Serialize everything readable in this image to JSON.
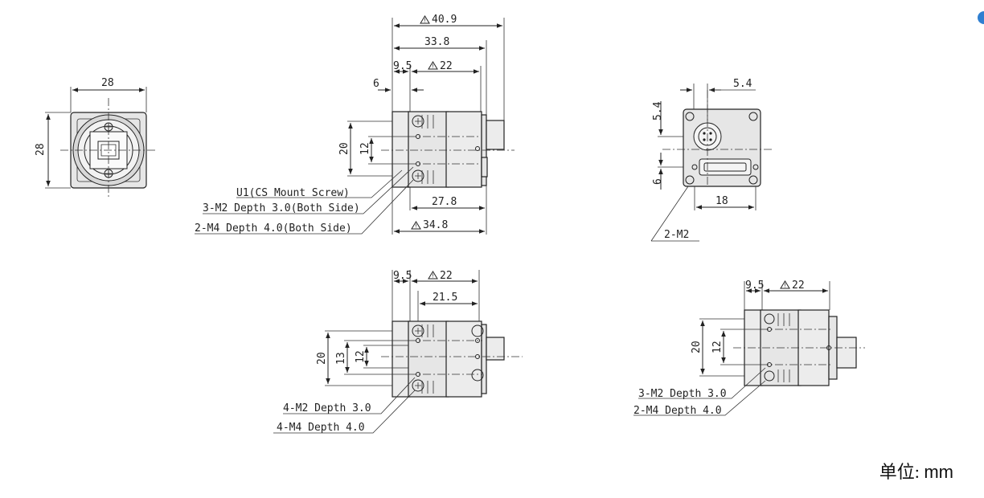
{
  "front": {
    "width": "28",
    "height": "28"
  },
  "side": {
    "overall": "40.9",
    "len1": "33.8",
    "d95": "9.5",
    "d22": "22",
    "d6": "6",
    "h20": "20",
    "h12": "12",
    "len2": "27.8",
    "len3": "34.8",
    "label_u1": "U1(CS Mount Screw)",
    "label_m2": "3-M2 Depth 3.0(Both Side)",
    "label_m4": "2-M4 Depth 4.0(Both Side)"
  },
  "rear": {
    "d54v": "5.4",
    "d54h": "5.4",
    "d6": "6",
    "d18": "18",
    "label": "2-M2"
  },
  "top": {
    "d95": "9.5",
    "d22": "22",
    "d215": "21.5",
    "h20": "20",
    "h13": "13",
    "h12": "12",
    "label_m2": "4-M2 Depth 3.0",
    "label_m4": "4-M4 Depth 4.0"
  },
  "bottom": {
    "d95": "9.5",
    "d22": "22",
    "h20": "20",
    "h12": "12",
    "label_m2": "3-M2 Depth 3.0",
    "label_m4": "2-M4 Depth 4.0"
  },
  "unit": {
    "label": "单位",
    "value": "mm"
  }
}
